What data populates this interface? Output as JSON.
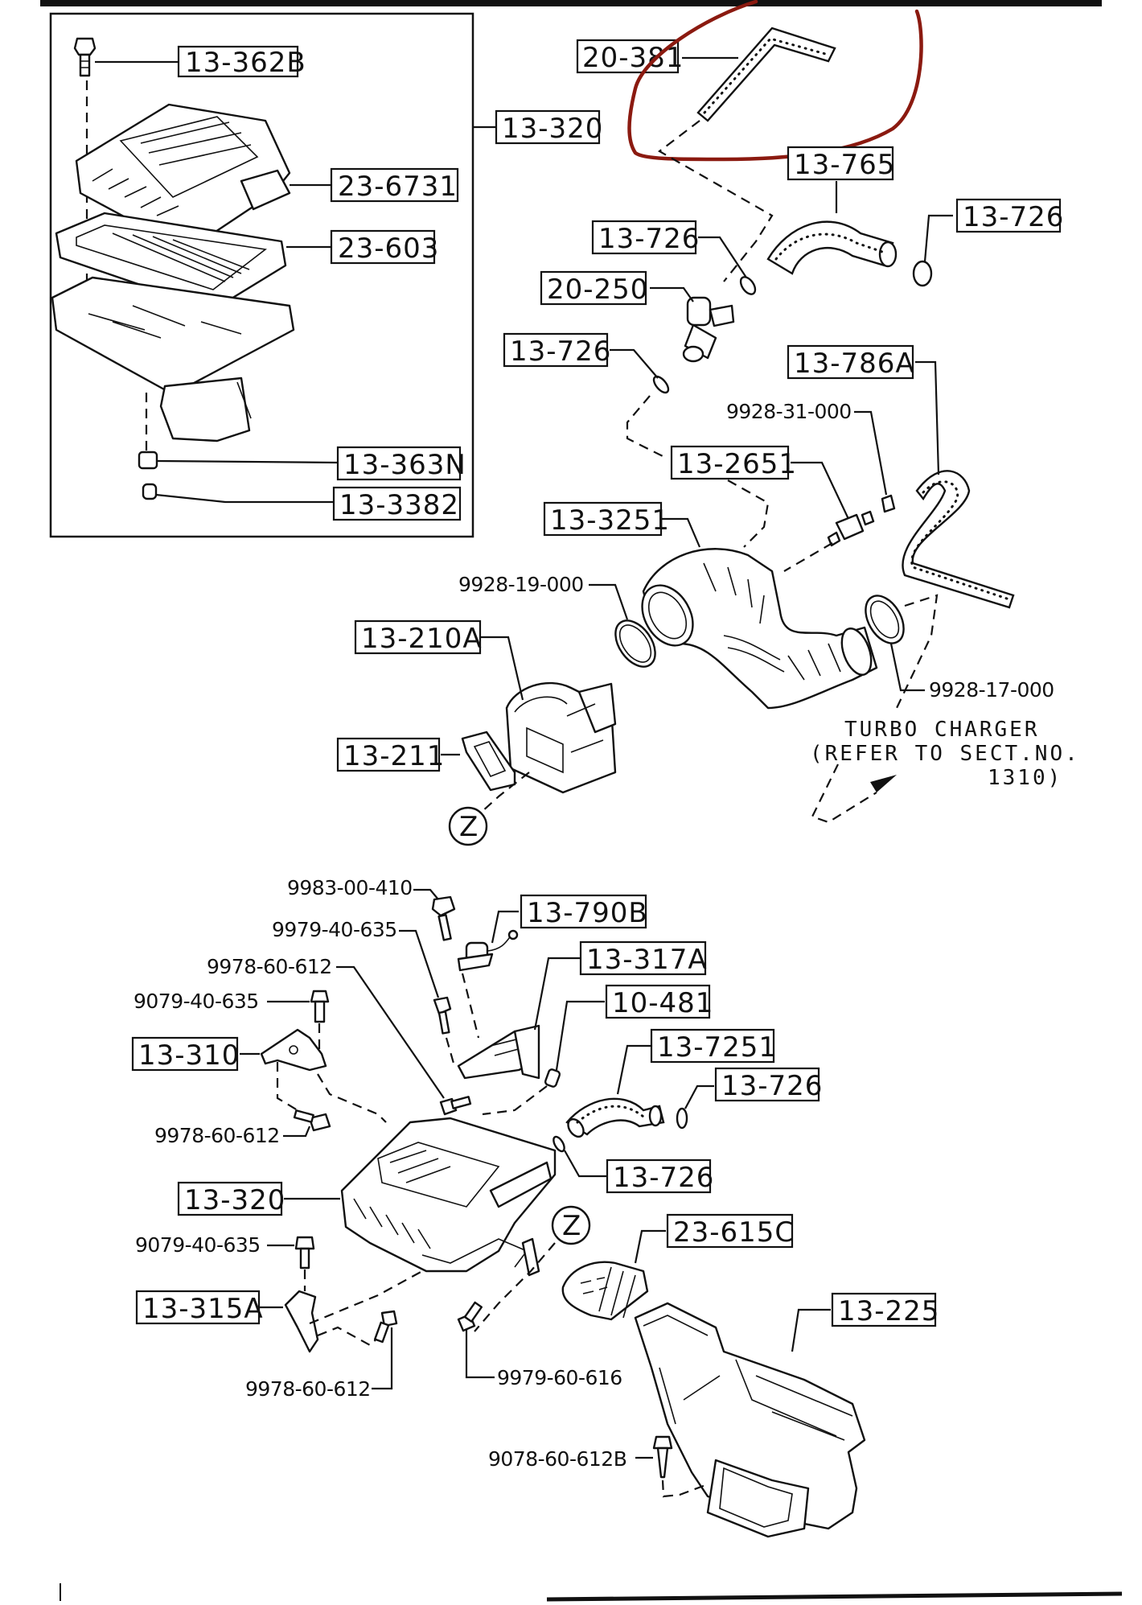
{
  "diagram": {
    "type": "exploded parts diagram",
    "subject": "Air intake / air cleaner assembly (turbo)",
    "highlight_color": "#8b1a10",
    "highlighted_part": "20-381",
    "inset_assembly": {
      "label": "13-320",
      "parts": [
        "13-362B",
        "23-6731",
        "23-603",
        "13-363N",
        "13-3382"
      ]
    },
    "labels": {
      "p13_362B": "13-362B",
      "p13_320_top": "13-320",
      "p23_6731": "23-6731",
      "p23_603": "23-603",
      "p13_363N": "13-363N",
      "p13_3382": "13-3382",
      "p20_381": "20-381",
      "p13_765": "13-765",
      "p13_726_a": "13-726",
      "p13_726_b": "13-726",
      "p20_250": "20-250",
      "p13_726_c": "13-726",
      "p13_786A": "13-786A",
      "p9928_31_000": "9928-31-000",
      "p13_2651": "13-2651",
      "p13_3251": "13-3251",
      "p9928_19_000": "9928-19-000",
      "p13_210A": "13-210A",
      "p9928_17_000": "9928-17-000",
      "p13_211": "13-211",
      "ref_z_top": "Z",
      "p9983_00_410": "9983-00-410",
      "p13_790B": "13-790B",
      "p9979_40_635": "9979-40-635",
      "p13_317A": "13-317A",
      "p9978_60_612_a": "9978-60-612",
      "p10_481": "10-481",
      "p9079_40_635_a": "9079-40-635",
      "p13_7251": "13-7251",
      "p13_310": "13-310",
      "p13_726_d": "13-726",
      "p9978_60_612_b": "9978-60-612",
      "p13_726_e": "13-726",
      "p13_320_bottom": "13-320",
      "ref_z_bottom": "Z",
      "p23_615C": "23-615C",
      "p9079_40_635_b": "9079-40-635",
      "p13_225": "13-225",
      "p13_315A": "13-315A",
      "p9978_60_612_c": "9978-60-612",
      "p9979_60_616": "9979-60-616",
      "p9078_60_612B": "9078-60-612B"
    },
    "note": {
      "line1": "TURBO CHARGER",
      "line2": "(REFER TO SECT.NO.",
      "line3": "1310)"
    }
  }
}
